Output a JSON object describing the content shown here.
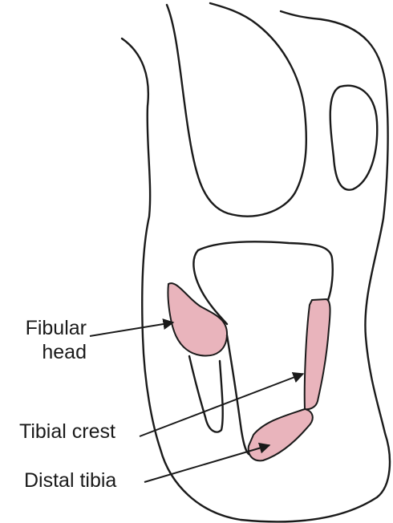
{
  "labels": {
    "fibular_head": [
      "Fibular",
      "head"
    ],
    "tibial_crest": "Tibial crest",
    "distal_tibia": "Distal tibia"
  },
  "colors": {
    "outline": "#1a1a1a",
    "region_fill": "#e9b4bc",
    "background": "#ffffff"
  }
}
